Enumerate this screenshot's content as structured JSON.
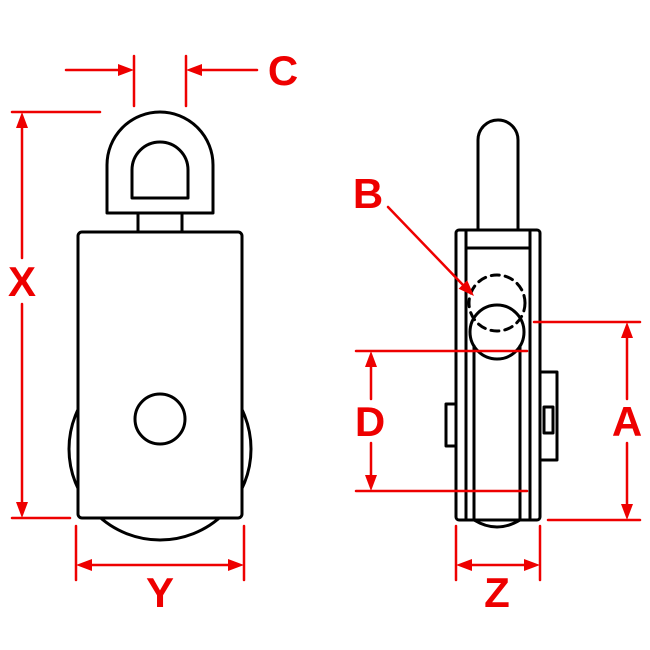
{
  "diagram": {
    "colors": {
      "line": "#000000",
      "dimension": "#ee0000",
      "background": "#ffffff"
    },
    "dimensions": {
      "a": "A",
      "b": "B",
      "c": "C",
      "d": "D",
      "x": "X",
      "y": "Y",
      "z": "Z"
    }
  }
}
